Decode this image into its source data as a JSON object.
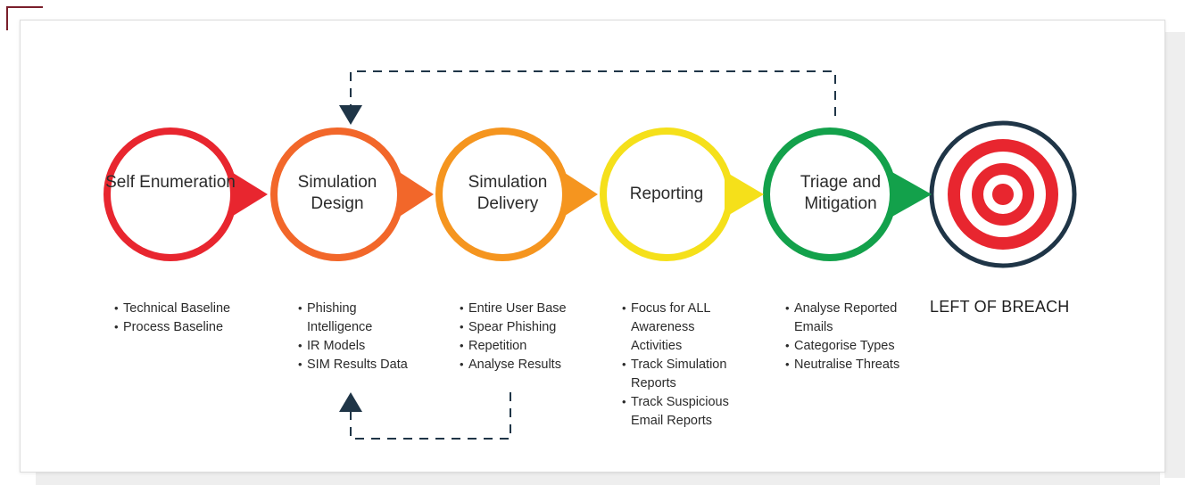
{
  "stages": [
    {
      "label": "Self Enumeration",
      "color": "#e8262f",
      "items": [
        "Technical Baseline",
        "Process Baseline"
      ]
    },
    {
      "label": "Simulation Design",
      "color": "#f2672a",
      "items": [
        "Phishing Intelligence",
        "IR Models",
        "SIM Results Data"
      ]
    },
    {
      "label": "Simulation Delivery",
      "color": "#f5951f",
      "items": [
        "Entire User Base",
        "Spear Phishing",
        "Repetition",
        "Analyse Results"
      ]
    },
    {
      "label": "Reporting",
      "color": "#f5e01a",
      "items": [
        "Focus for ALL Awareness Activities",
        "Track Simulation Reports",
        "Track Suspicious Email Reports"
      ]
    },
    {
      "label": "Triage and Mitigation",
      "color": "#13a14b",
      "items": [
        "Analyse Reported Emails",
        "Categorise Types",
        "Neutralise Threats"
      ]
    }
  ],
  "target": {
    "label": "LEFT OF BREACH",
    "ring_color": "#1f3547",
    "bullseye_color": "#e8262f"
  },
  "connector_color": "#1f3547",
  "corner_color": "#7a1f2b"
}
